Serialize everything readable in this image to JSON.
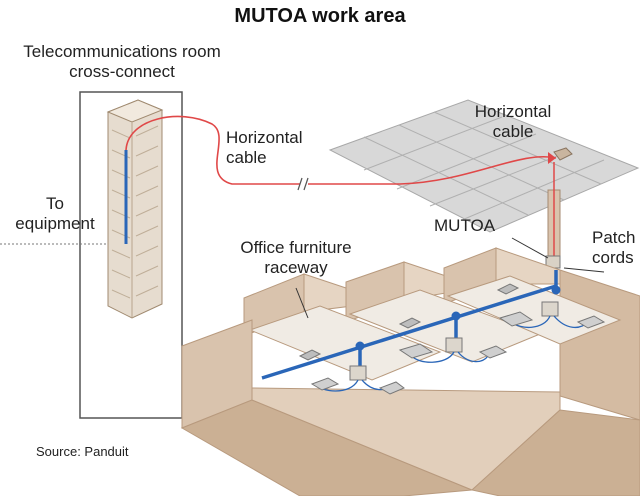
{
  "title": "MUTOA work area",
  "labels": {
    "telecom_room_line1": "Telecommunications room",
    "telecom_room_line2": "cross-connect",
    "to_equipment_line1": "To",
    "to_equipment_line2": "equipment",
    "horizontal_cable_left_line1": "Horizontal",
    "horizontal_cable_left_line2": "cable",
    "horizontal_cable_right_line1": "Horizontal",
    "horizontal_cable_right_line2": "cable",
    "mutoa": "MUTOA",
    "patch_cords_line1": "Patch",
    "patch_cords_line2": "cords",
    "raceway_line1": "Office furniture",
    "raceway_line2": "raceway"
  },
  "source": "Source: Panduit",
  "colors": {
    "cable_red": "#e04848",
    "patch_blue": "#2a66b8",
    "furniture_tan": "#d9c3ad",
    "rack_beige": "#e6dccf",
    "ceiling_gray": "#d8d8d8"
  }
}
